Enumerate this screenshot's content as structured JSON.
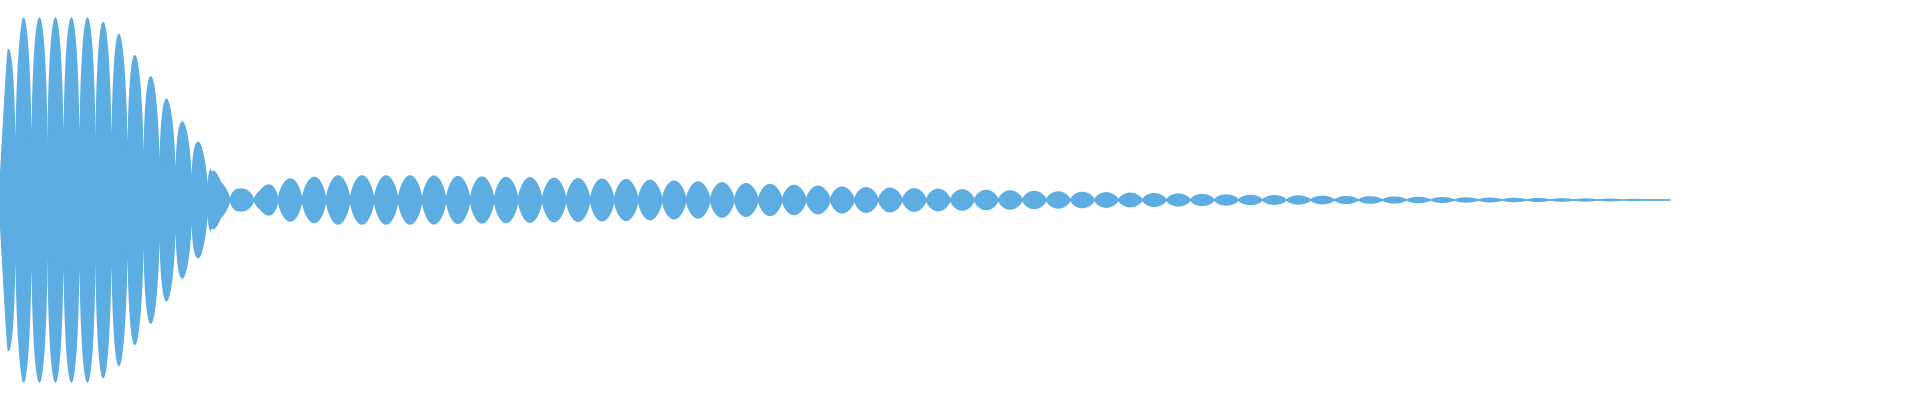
{
  "waveform": {
    "color": "#5dade2",
    "background": "#ffffff",
    "envelope": [
      {
        "t": 0.0,
        "amp": 0.25
      },
      {
        "t": 0.004,
        "amp": 0.8
      },
      {
        "t": 0.012,
        "amp": 0.97
      },
      {
        "t": 0.05,
        "amp": 0.97
      },
      {
        "t": 0.06,
        "amp": 0.91
      },
      {
        "t": 0.08,
        "amp": 0.64
      },
      {
        "t": 0.095,
        "amp": 0.42
      },
      {
        "t": 0.105,
        "amp": 0.29
      },
      {
        "t": 0.115,
        "amp": 0.1
      },
      {
        "t": 0.125,
        "amp": 0.06
      },
      {
        "t": 0.135,
        "amp": 0.06
      },
      {
        "t": 0.145,
        "amp": 0.11
      },
      {
        "t": 0.175,
        "amp": 0.13
      },
      {
        "t": 0.22,
        "amp": 0.13
      },
      {
        "t": 0.33,
        "amp": 0.11
      },
      {
        "t": 0.44,
        "amp": 0.07
      },
      {
        "t": 0.55,
        "amp": 0.045
      },
      {
        "t": 0.66,
        "amp": 0.025
      },
      {
        "t": 0.77,
        "amp": 0.012
      },
      {
        "t": 0.86,
        "amp": 0.004
      },
      {
        "t": 0.87,
        "amp": 0.0
      }
    ]
  }
}
